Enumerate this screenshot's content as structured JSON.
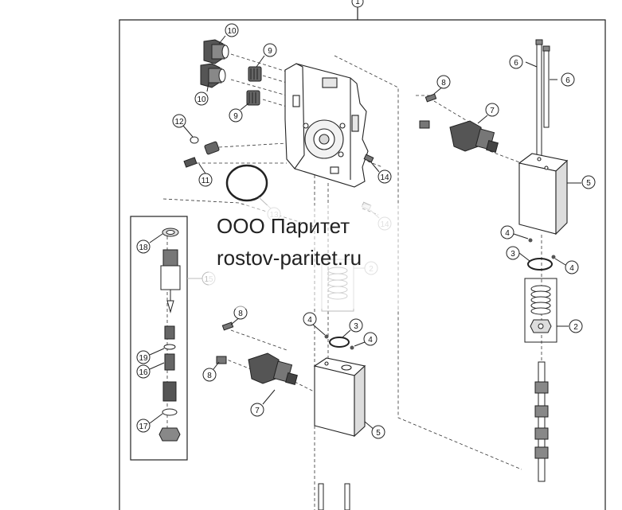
{
  "watermark": {
    "company": "ООО Паритет",
    "website": "rostov-paritet.ru"
  },
  "callouts": {
    "c1": "1",
    "c2a": "2",
    "c2b": "2",
    "c3a": "3",
    "c3b": "3",
    "c4a": "4",
    "c4b": "4",
    "c4c": "4",
    "c4d": "4",
    "c5a": "5",
    "c5b": "5",
    "c6a": "6",
    "c6b": "6",
    "c7a": "7",
    "c7b": "7",
    "c8a": "8",
    "c8b": "8",
    "c8c": "8",
    "c9a": "9",
    "c9b": "9",
    "c10a": "10",
    "c10b": "10",
    "c11": "11",
    "c12": "12",
    "c13": "13",
    "c14a": "14",
    "c14b": "14",
    "c15": "15",
    "c16": "16",
    "c17": "17",
    "c18": "18",
    "c19": "19"
  },
  "colors": {
    "line": "#222222",
    "part_fill": "#ffffff",
    "part_shade": "#d9d9d9",
    "faint": "#bbbbbb"
  }
}
